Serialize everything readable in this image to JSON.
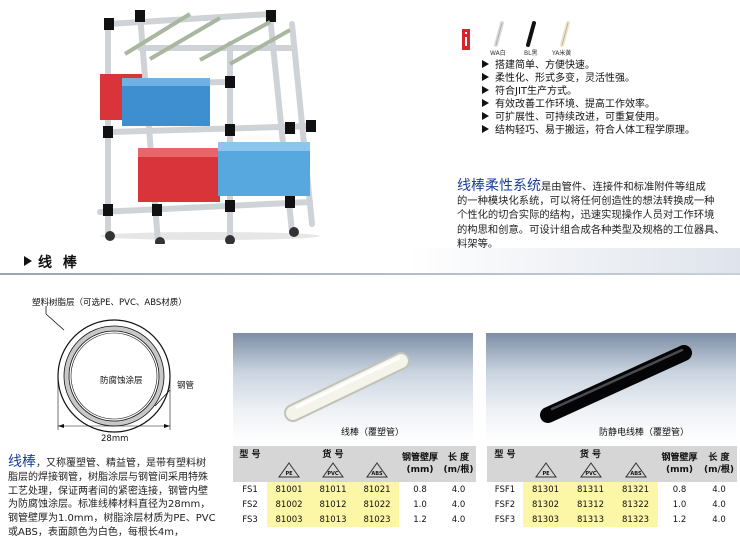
{
  "colors": {
    "accent_blue": "#1b3f95",
    "badge_red": "#d8232a",
    "table_header_gray": "#d6d6d6",
    "table_highlight_yellow": "#fcf6a7"
  },
  "color_swatches": [
    {
      "label": "WA白",
      "color": "#eeeeee"
    },
    {
      "label": "BL黑",
      "color": "#111111"
    },
    {
      "label": "YA米黄",
      "color": "#ece3c5"
    }
  ],
  "features": [
    "搭建简单、方便快速。",
    "柔性化、形式多变，灵活性强。",
    "符合JIT生产方式。",
    "有效改善工作环境、提高工作效率。",
    "可扩展性、可持续改进，可重复使用。",
    "结构轻巧、易于搬运，符合人体工程学原理。"
  ],
  "intro": {
    "highlight": "线棒柔性系统",
    "lines": [
      "是由管件、连接件和标准附件等组成",
      "的一种模块化系统，可以将任何创造性的想法转换成一种",
      "个性化的切合实际的结构，迅速实现操作人员对工作环境",
      "的构思和创意。可设计组合成各种类型及规格的工位器具、",
      "料架等。"
    ]
  },
  "section": {
    "title": "线 棒"
  },
  "diagram": {
    "outer_label": "塑料树脂层（可选PE、PVC、ABS材质）",
    "middle_label": "防腐蚀涂层",
    "inner_label": "钢管",
    "dimension_label": "28mm"
  },
  "description": {
    "highlight": "线棒",
    "lines": [
      "，又称覆塑管、精益管，是带有塑料树",
      "脂层的焊接钢管，树脂涂层与钢管间采用特殊",
      "工艺处理，保证两者间的紧密连接，钢管内壁",
      "为防腐蚀涂层。标准线棒材料直径为28mm，",
      "钢管壁厚为1.0mm，树脂涂层材质为PE、PVC",
      "或ABS，表面颜色为白色，每根长4m，"
    ]
  },
  "products": [
    {
      "caption": "线棒（覆塑管）",
      "pipe_color": "#f2f2e6",
      "table": {
        "header_model": "型 号",
        "header_code": "货 号",
        "header_wall": "钢管壁厚 (mm)",
        "header_length": "长 度 (m/根)",
        "materials": [
          "PE",
          "PVC",
          "ABS"
        ],
        "rows": [
          {
            "model": "FS1",
            "codes": [
              "81001",
              "81011",
              "81021"
            ],
            "wall": "0.8",
            "length": "4.0"
          },
          {
            "model": "FS2",
            "codes": [
              "81002",
              "81012",
              "81022"
            ],
            "wall": "1.0",
            "length": "4.0"
          },
          {
            "model": "FS3",
            "codes": [
              "81003",
              "81013",
              "81023"
            ],
            "wall": "1.2",
            "length": "4.0"
          }
        ]
      }
    },
    {
      "caption": "防静电线棒（覆塑管）",
      "pipe_color": "#15161a",
      "table": {
        "header_model": "型 号",
        "header_code": "货 号",
        "header_wall": "钢管壁厚 (mm)",
        "header_length": "长 度 (m/根)",
        "materials": [
          "PE",
          "PVC",
          "ABS"
        ],
        "rows": [
          {
            "model": "FSF1",
            "codes": [
              "81301",
              "81311",
              "81321"
            ],
            "wall": "0.8",
            "length": "4.0"
          },
          {
            "model": "FSF2",
            "codes": [
              "81302",
              "81312",
              "81322"
            ],
            "wall": "1.0",
            "length": "4.0"
          },
          {
            "model": "FSF3",
            "codes": [
              "81303",
              "81313",
              "81323"
            ],
            "wall": "1.2",
            "length": "4.0"
          }
        ]
      }
    }
  ]
}
